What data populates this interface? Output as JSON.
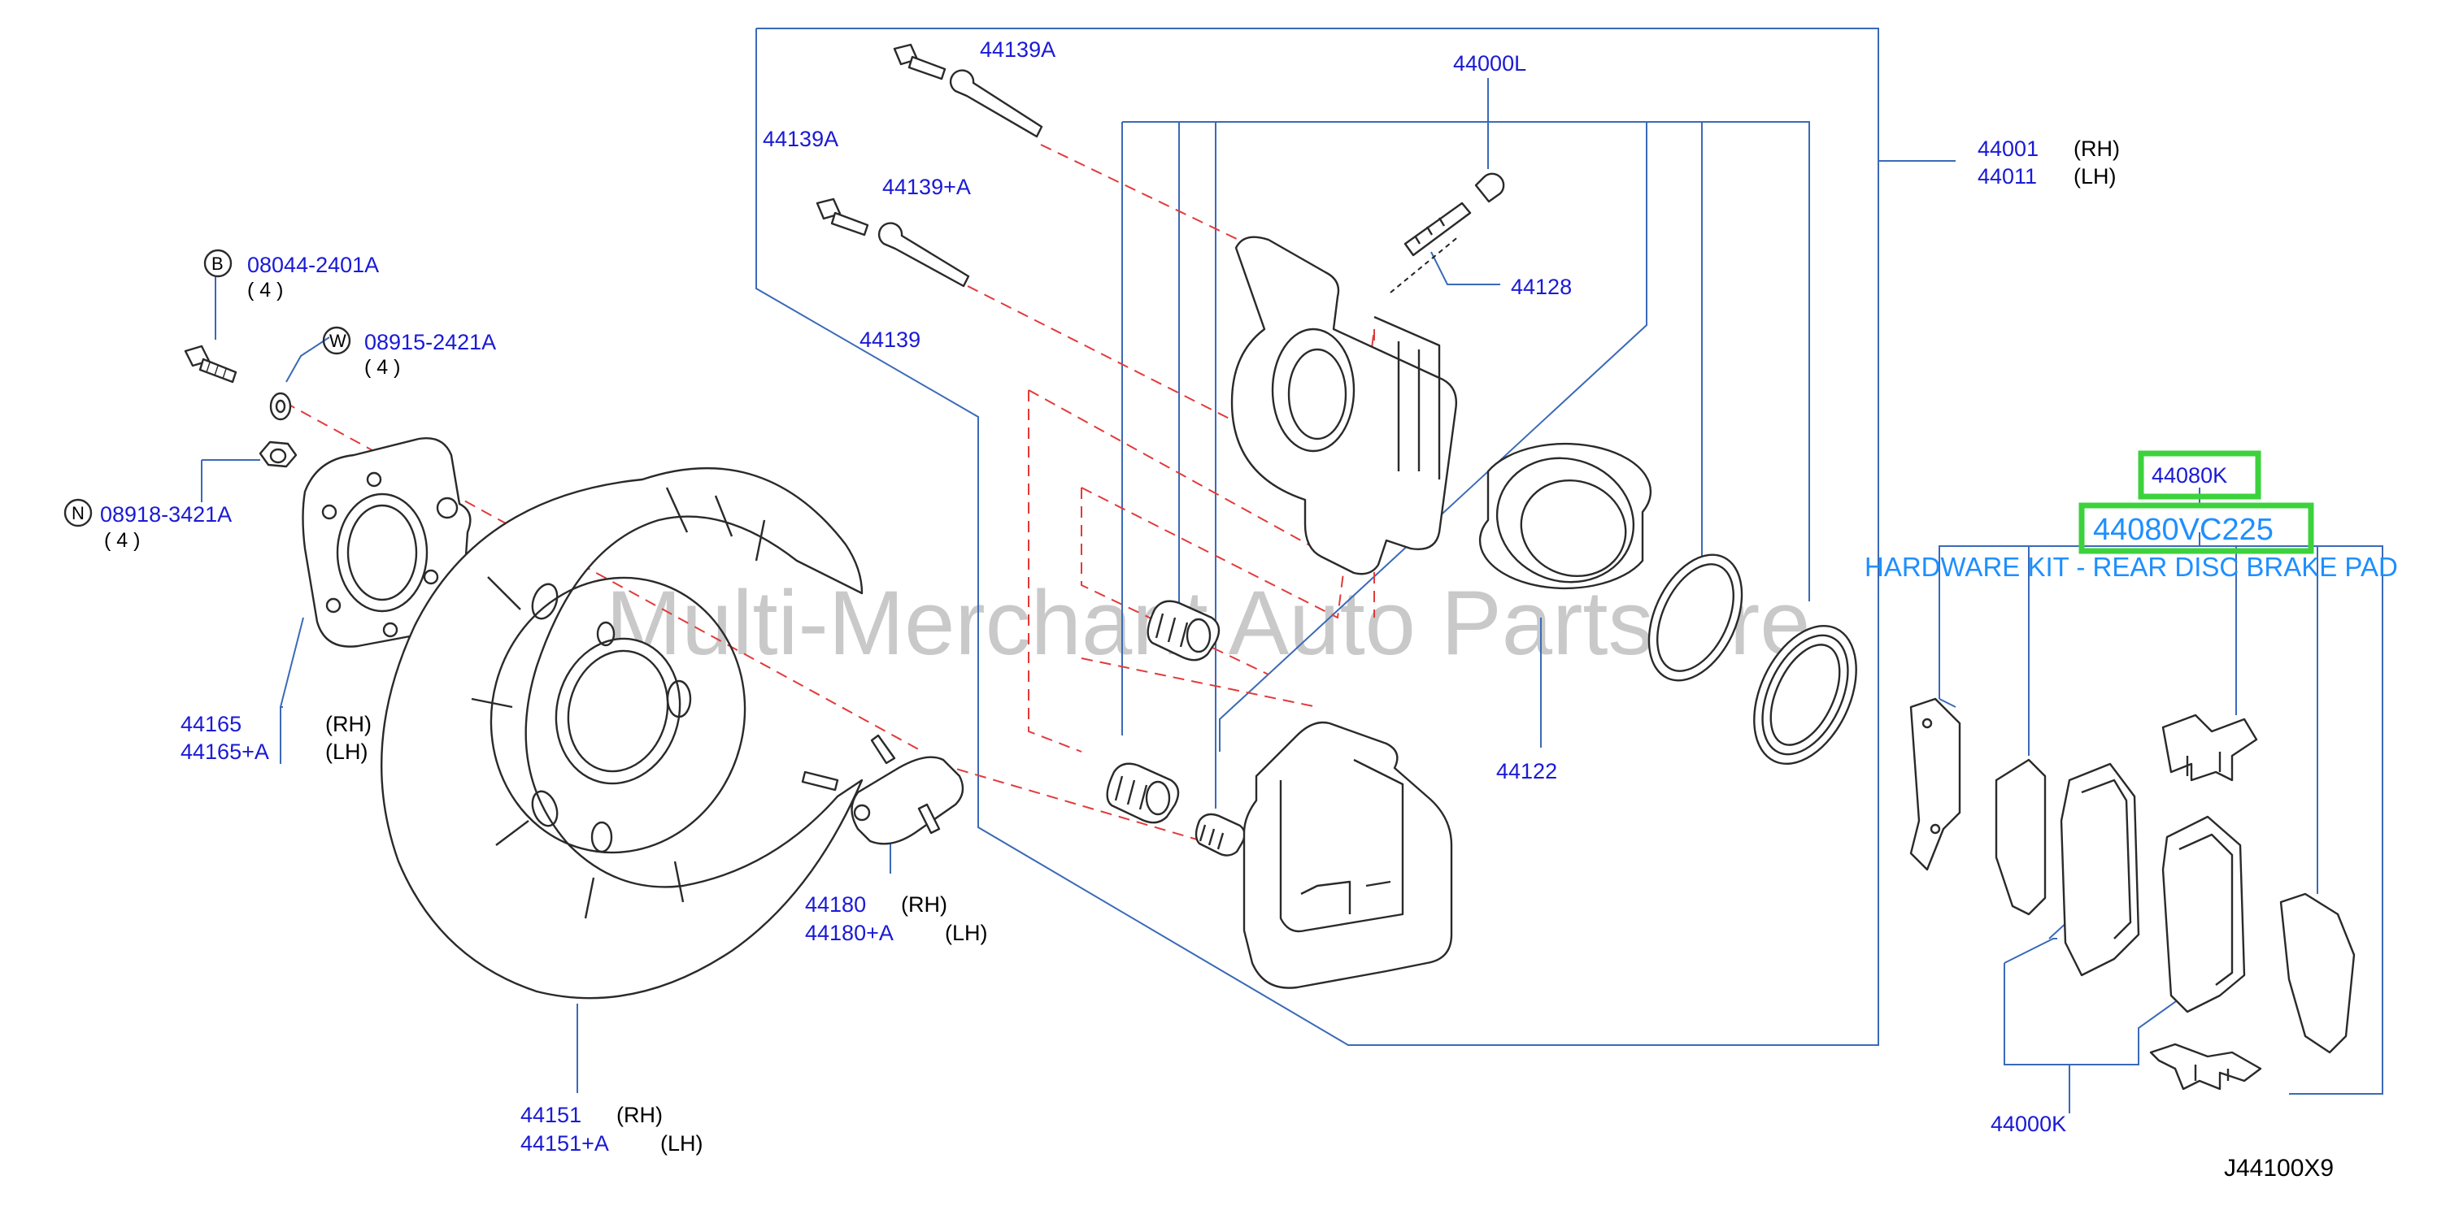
{
  "labels": {
    "p44139A_top": "44139A",
    "p44139A_left": "44139A",
    "p44139A_plus": "44139+A",
    "p44139": "44139",
    "p44000L": "44000L",
    "p44001": "44001",
    "p44001_side": "(RH)",
    "p44011": "44011",
    "p44011_side": "(LH)",
    "p44128": "44128",
    "p44122": "44122",
    "b_circle": "B",
    "b_part": "08044-2401A",
    "b_qty": "( 4 )",
    "w_circle": "W",
    "w_part": "08915-2421A",
    "w_qty": "( 4 )",
    "n_circle": "N",
    "n_part": "08918-3421A",
    "n_qty": "( 4     )",
    "p44165": "44165",
    "p44165_side": "(RH)",
    "p44165A": "44165+A",
    "p44165A_side": "(LH)",
    "p44180": "44180",
    "p44180_side": "(RH)",
    "p44180A": "44180+A",
    "p44180A_side": "(LH)",
    "p44151": "44151",
    "p44151_side": "(RH)",
    "p44151A": "44151+A",
    "p44151A_side": "(LH)",
    "p44080K": "44080K",
    "p44080VC225": "44080VC225",
    "kit_title": "HARDWARE KIT - REAR DISC BRAKE PAD",
    "p44000K": "44000K",
    "diagram_ref": "J44100X9",
    "watermark": "Multi-Merchant Auto Partstore"
  },
  "colors": {
    "part_number": "#1a1ad6",
    "kit_text": "#1e8fff",
    "highlight": "#3cd23c",
    "leader": "#3a6ab8",
    "dashed_axis": "#e23a3a"
  }
}
